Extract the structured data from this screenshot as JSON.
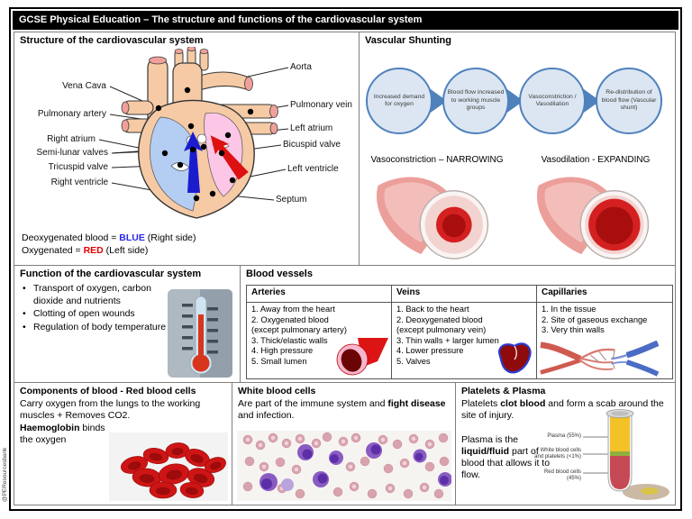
{
  "header": {
    "title": "GCSE Physical Education – The structure and functions of the cardiovascular system"
  },
  "credit": "@PEResourcesbank",
  "colors": {
    "accent_blue": "#4f81bd",
    "deoxygenated_blue": "#2a2ae6",
    "oxygenated_red": "#e60000"
  },
  "structure": {
    "title": "Structure of the cardiovascular system",
    "labels": {
      "aorta": "Aorta",
      "vena_cava": "Vena Cava",
      "pulmonary_vein": "Pulmonary vein",
      "pulmonary_artery": "Pulmonary artery",
      "left_atrium": "Left atrium",
      "right_atrium": "Right atrium",
      "bicuspid_valve": "Bicuspid valve",
      "semi_lunar_valves": "Semi-lunar valves",
      "tricuspid_valve": "Tricuspid valve",
      "left_ventricle": "Left ventricle",
      "right_ventricle": "Right ventricle",
      "septum": "Septum"
    },
    "note1": {
      "prefix": "Deoxygenated blood = ",
      "highlight": "BLUE",
      "suffix": " (Right side)"
    },
    "note2": {
      "prefix": "Oxygenated = ",
      "highlight": "RED",
      "suffix": " (Left side)"
    }
  },
  "shunting": {
    "title": "Vascular Shunting",
    "steps": [
      "Increased demand for oxygen",
      "Blood flow increased to working muscle groups",
      "Vasoconstriction / Vasodilation",
      "Re-distribution of blood flow (Vascular shunt)"
    ],
    "narrowing_label": "Vasoconstriction – NARROWING",
    "expanding_label": "Vasodilation - EXPANDING"
  },
  "function": {
    "title": "Function of the cardiovascular system",
    "bullets": [
      "Transport of oxygen, carbon dioxide and nutrients",
      "Clotting of open wounds",
      "Regulation of body temperature"
    ]
  },
  "vessels": {
    "title": "Blood vessels",
    "columns": [
      {
        "header": "Arteries",
        "items": [
          "1. Away from the heart",
          "2. Oxygenated blood (except pulmonary artery)",
          "3. Thick/elastic walls",
          "4. High pressure",
          "5. Small lumen"
        ]
      },
      {
        "header": "Veins",
        "items": [
          "1. Back to the heart",
          "2. Deoxygenated blood (except pulmonary vein)",
          "3. Thin walls + larger lumen",
          "4. Lower pressure",
          "5. Valves"
        ]
      },
      {
        "header": "Capillaries",
        "items": [
          "1. In the tissue",
          "2. Site of gaseous exchange",
          "3. Very thin walls"
        ]
      }
    ]
  },
  "red_cells": {
    "title": "Components of blood - Red blood cells",
    "line1": "Carry oxygen from the lungs to the working muscles + Removes CO2.",
    "bold2": "Haemoglobin",
    "line2": " binds the oxygen"
  },
  "white_cells": {
    "title": "White blood cells",
    "prefix": "Are part of the immune system and ",
    "bold": "fight disease",
    "suffix": " and infection."
  },
  "platelets": {
    "title": "Platelets & Plasma",
    "p1_prefix": "Platelets ",
    "p1_bold": "clot blood",
    "p1_suffix": " and form a scab around the site of injury.",
    "p2_prefix": "Plasma is the ",
    "p2_bold": "liquid/fluid",
    "p2_suffix": " part of blood that allows it to flow.",
    "tube_labels": [
      "Plasma (55%)",
      "White blood cells and platelets (<1%)",
      "Red blood cells (45%)"
    ]
  }
}
